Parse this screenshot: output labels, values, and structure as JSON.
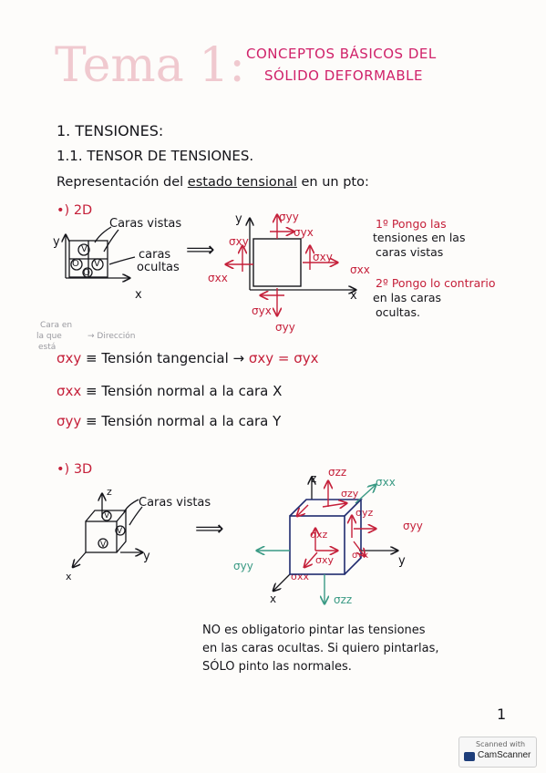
{
  "header": {
    "tema": "Tema 1:",
    "title_line1": "CONCEPTOS BÁSICOS DEL",
    "title_line2": "SÓLIDO DEFORMABLE"
  },
  "section": {
    "heading": "1. TENSIONES:",
    "subheading": "1.1. TENSOR DE TENSIONES.",
    "intro_prefix": "Representación del ",
    "intro_underlined": "estado tensional",
    "intro_suffix": " en un pto:"
  },
  "diagram_2d": {
    "bullet": "•) 2D",
    "caras_vistas": "Caras vistas",
    "caras_ocultas_1": "caras",
    "caras_ocultas_2": "ocultas",
    "axis_y": "y",
    "axis_x": "x",
    "face_marks": [
      "V",
      "V",
      "O",
      "O"
    ],
    "arrow": "⟹",
    "sigma_yy_top": "σyy",
    "sigma_yx_top": "σyx",
    "sigma_xy_left": "σxy",
    "sigma_xx_left": "σxx",
    "sigma_xy_right": "σxy",
    "sigma_xx_right": "σxx",
    "sigma_yx_bottom": "σyx",
    "sigma_yy_bottom": "σyy",
    "note1_line1": "1º Pongo las",
    "note1_line2": "tensiones en las",
    "note1_line3": "caras vistas",
    "note2_line1": "2º Pongo lo contrario",
    "note2_line2": "en las caras",
    "note2_line3": "ocultas."
  },
  "definitions": {
    "annotation_cara_1": "Cara en",
    "annotation_cara_2": "la que",
    "annotation_cara_3": "está",
    "annotation_direccion": "→ Dirección",
    "def1_symbol": "σxy",
    "def1_text": "≡ Tensión tangencial →",
    "def1_eq": "σxy = σyx",
    "def2_symbol": "σxx",
    "def2_text": "≡ Tensión normal a la cara X",
    "def3_symbol": "σyy",
    "def3_text": "≡ Tensión normal a la cara Y"
  },
  "diagram_3d": {
    "bullet": "•) 3D",
    "caras_vistas": "Caras vistas",
    "axis_z": "z",
    "axis_y": "y",
    "axis_x": "x",
    "face_marks": [
      "V",
      "V",
      "V"
    ],
    "arrow": "⟹",
    "sigma_zz_top": "σzz",
    "sigma_zy_top": "σzy",
    "sigma_xx_teal_top": "σxx",
    "sigma_yz": "σyz",
    "sigma_yy_right": "σyy",
    "sigma_xz": "σxz",
    "sigma_xy": "σxy",
    "sigma_yx": "σyx",
    "sigma_xx_front": "σxx",
    "sigma_yy_teal_left": "σyy",
    "sigma_zz_teal_bottom": "σzz",
    "note_line1": "NO es obligatorio pintar las tensiones",
    "note_line2": "en las caras ocultas. Si quiero pintarlas,",
    "note_line3": "SÓLO pinto las normales."
  },
  "footer": {
    "page_number": "1",
    "scanned_with": "Scanned with",
    "brand": "CamScanner"
  },
  "colors": {
    "ink": "#15151a",
    "red": "#c5203a",
    "pink": "#d0226a",
    "teal": "#3a9a84",
    "ghost": "#f0c9cf"
  }
}
